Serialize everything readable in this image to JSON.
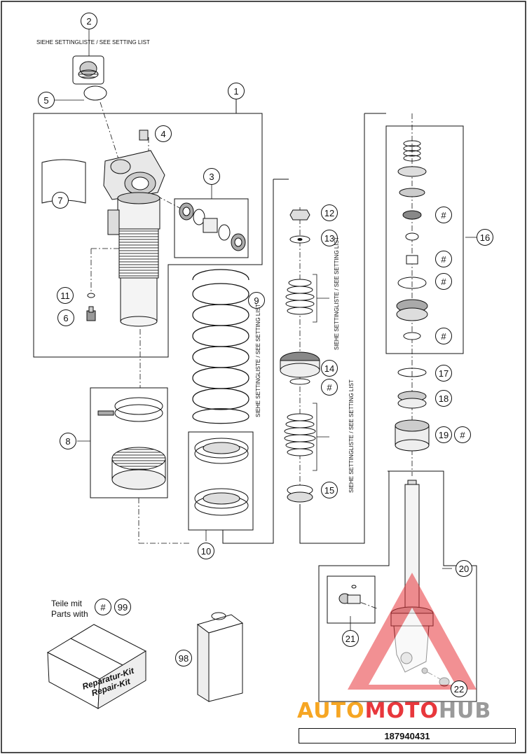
{
  "callouts": {
    "c1": "1",
    "c2": "2",
    "c3": "3",
    "c4": "4",
    "c5": "5",
    "c6": "6",
    "c7": "7",
    "c8": "8",
    "c9": "9",
    "c10": "10",
    "c11": "11",
    "c12": "12",
    "c13": "13",
    "c14": "14",
    "c15": "15",
    "c16": "16",
    "c17": "17",
    "c18": "18",
    "c19": "19",
    "c20": "20",
    "c21": "21",
    "c22": "22",
    "c98": "98",
    "c99": "99",
    "hash": "#"
  },
  "setting_list_label": "SIEHE SETTINGLISTE / SEE SETTING LIST",
  "parts_with": {
    "de": "Teile mit",
    "en": "Parts with"
  },
  "repair_kit": {
    "de": "Reparatur-Kit",
    "en": "Repair-Kit"
  },
  "document_number": "187940431",
  "watermark": {
    "part1": "AUTO",
    "part2": "MOTO",
    "part3": "HUB"
  },
  "colors": {
    "watermark_orange": "#f6a623",
    "watermark_red": "#e8373c",
    "watermark_gray": "#9a9a9a"
  }
}
